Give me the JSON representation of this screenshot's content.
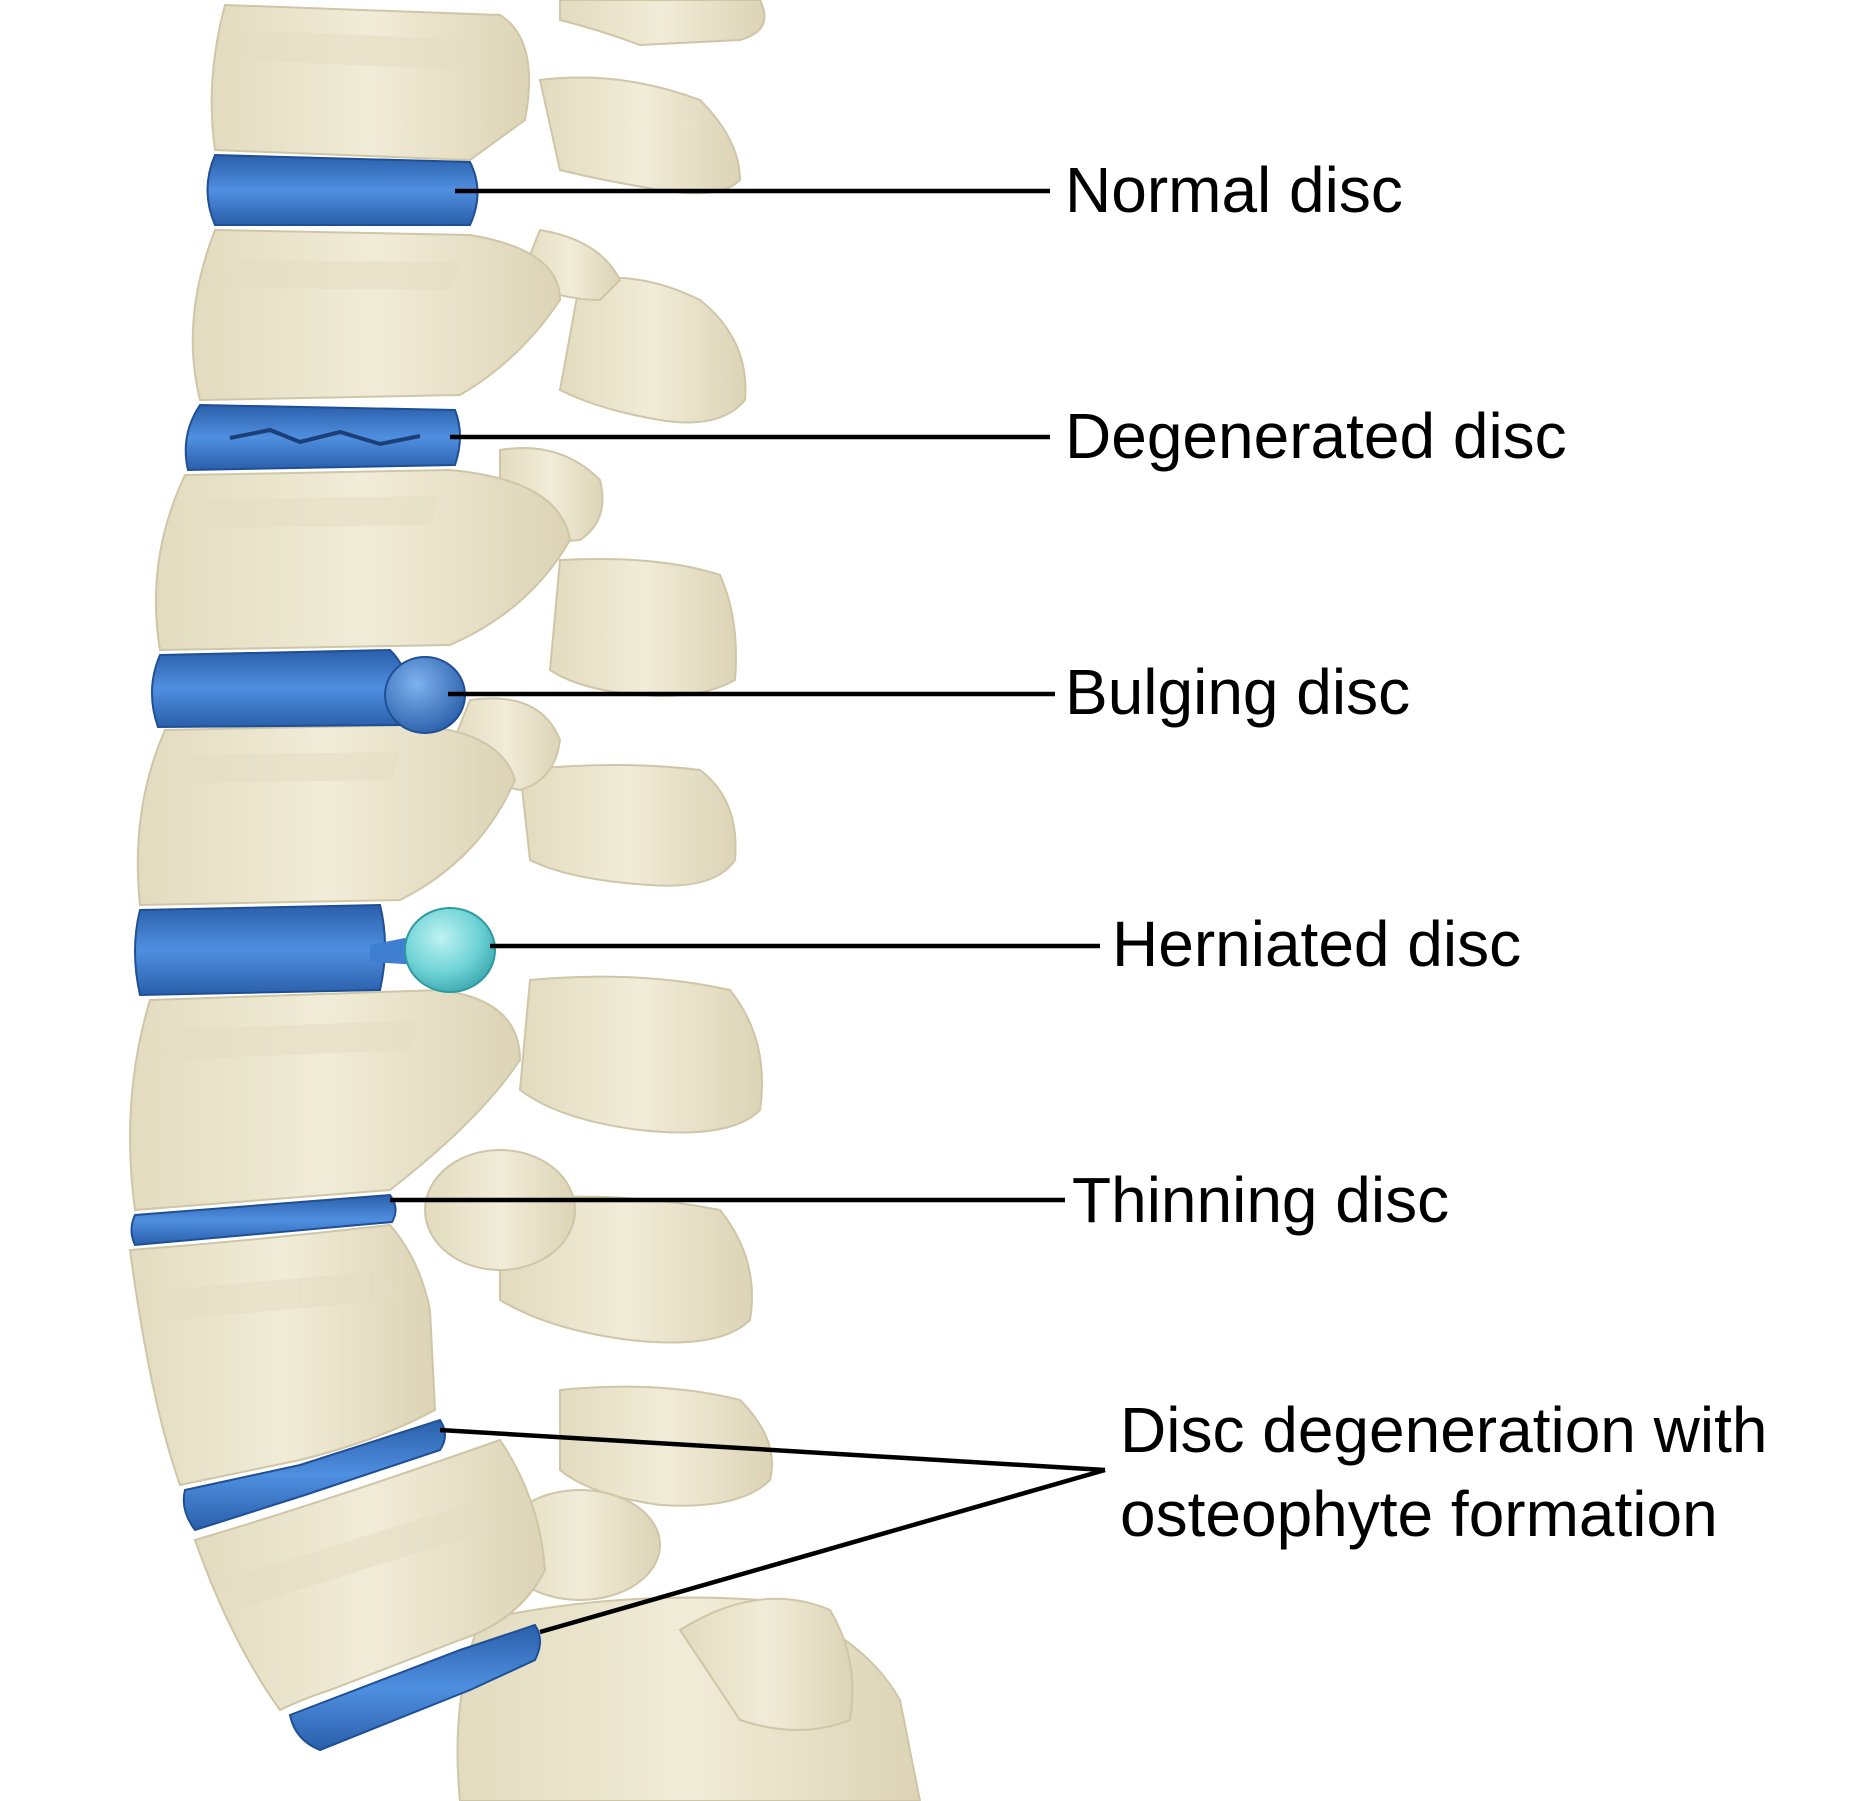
{
  "colors": {
    "bone": "#ece6cf",
    "bone_shadow": "#d9d0b2",
    "bone_edge": "#c9bf9e",
    "disc": "#3f7fd1",
    "disc_dark": "#2a5faa",
    "disc_light": "#6fa3e6",
    "herniation": "#6fd3d6",
    "leader": "#000000",
    "text": "#000000",
    "background": "#ffffff"
  },
  "labels": {
    "normal": "Normal disc",
    "degenerated": "Degenerated disc",
    "bulging": "Bulging disc",
    "herniated": "Herniated disc",
    "thinning": "Thinning disc",
    "osteophyte_line1": "Disc degeneration with",
    "osteophyte_line2": "osteophyte formation"
  }
}
